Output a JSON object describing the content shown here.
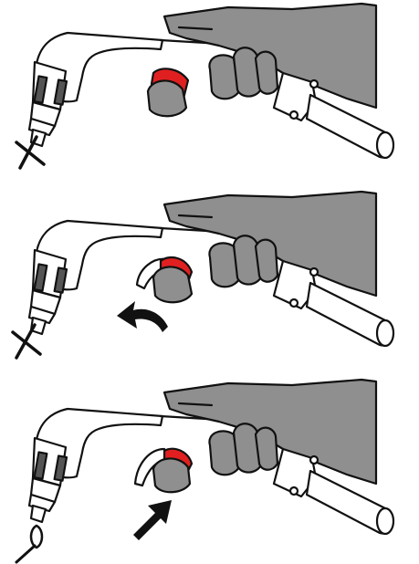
{
  "colors": {
    "glove": "#8f8f8f",
    "glove_dark": "#6f6f6f",
    "trigger_safety": "#e02020",
    "outline": "#111111",
    "torch_body": "#ffffff",
    "arrow": "#111111"
  },
  "panels": [
    {
      "step": 1,
      "trigger_state": "safety-locked",
      "arrow": "none",
      "result_icon": "x-mark-icon"
    },
    {
      "step": 2,
      "trigger_state": "safety-flipped-forward",
      "arrow": "curved-arrow-icon",
      "result_icon": "x-mark-icon"
    },
    {
      "step": 3,
      "trigger_state": "trigger-pressed",
      "arrow": "straight-arrow-icon",
      "result_icon": "arc-on-icon"
    }
  ]
}
